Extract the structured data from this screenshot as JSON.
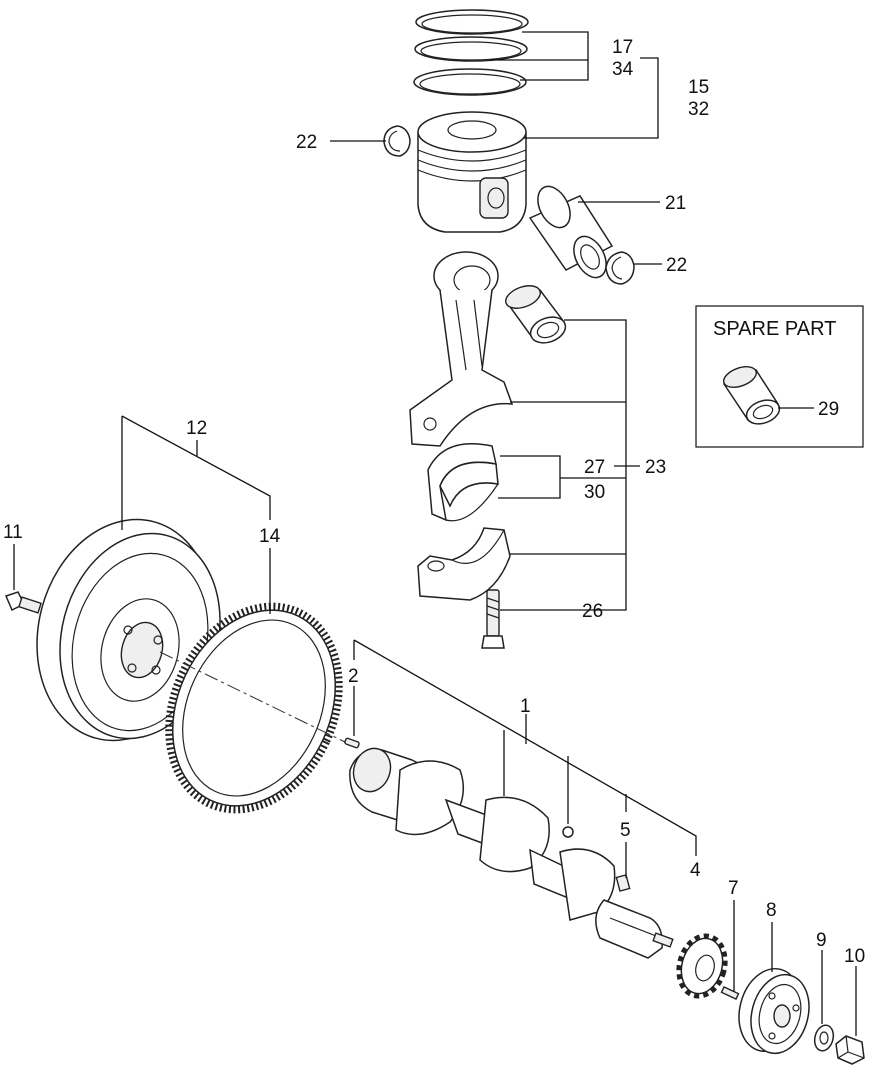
{
  "callouts": {
    "c1": "1",
    "c2": "2",
    "c4": "4",
    "c5": "5",
    "c7": "7",
    "c8": "8",
    "c9": "9",
    "c10": "10",
    "c11": "11",
    "c12": "12",
    "c14": "14",
    "c15": "15",
    "c32": "32",
    "c17": "17",
    "c34": "34",
    "c21": "21",
    "c22a": "22",
    "c22b": "22",
    "c23": "23",
    "c26": "26",
    "c27": "27",
    "c30": "30",
    "c29": "29"
  },
  "spare_box": {
    "title": "SPARE PART"
  }
}
